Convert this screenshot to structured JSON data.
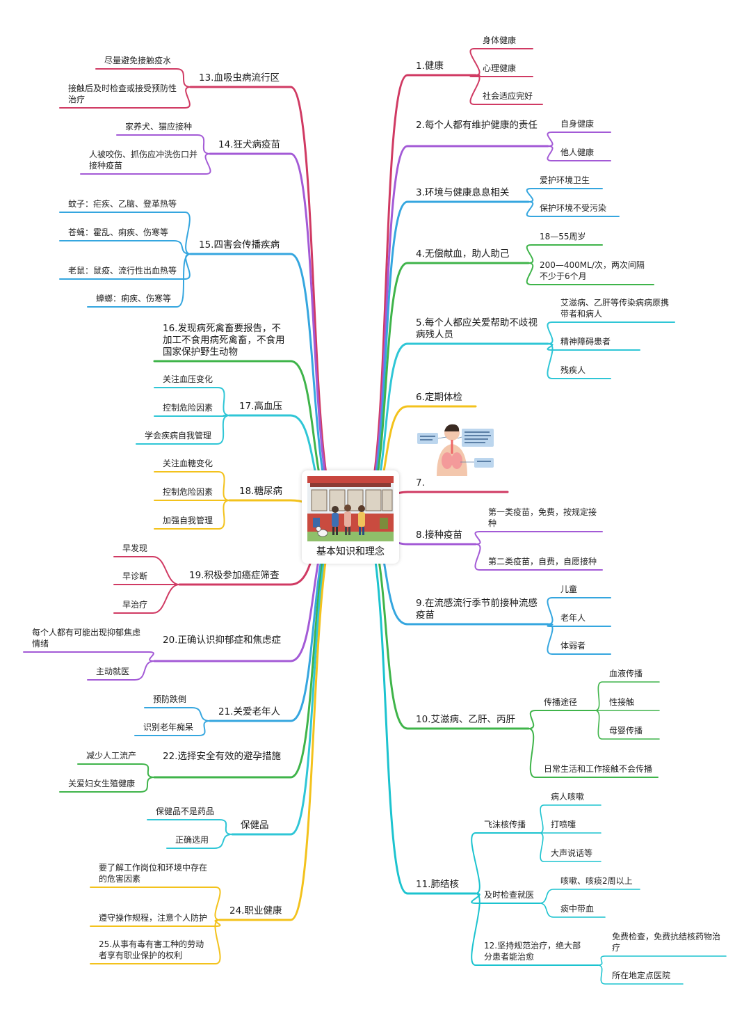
{
  "colors": {
    "crimson": "#d03a63",
    "violet": "#a35ad6",
    "sky": "#35a6df",
    "green": "#3fb44a",
    "cyan": "#2fc6d6",
    "gold": "#f3c21c",
    "cyan2": "#1cc3cf"
  },
  "center": {
    "label": "基本知识和理念",
    "illustration": "community-scene-illustration"
  },
  "figure7": {
    "illustration": "human-anatomy-illustration"
  },
  "right": [
    {
      "label": "1.健康",
      "color": "crimson",
      "children": [
        {
          "label": "身体健康"
        },
        {
          "label": "心理健康"
        },
        {
          "label": "社会适应完好"
        }
      ]
    },
    {
      "label": "2.每个人都有维护健康的责任",
      "color": "violet",
      "children": [
        {
          "label": "自身健康"
        },
        {
          "label": "他人健康"
        }
      ]
    },
    {
      "label": "3.环境与健康息息相关",
      "color": "sky",
      "children": [
        {
          "label": "爱护环境卫生"
        },
        {
          "label": "保护环境不受污染"
        }
      ]
    },
    {
      "label": "4.无偿献血，助人助己",
      "color": "green",
      "children": [
        {
          "label": "18—55周岁"
        },
        {
          "label": "200—400ML/次，两次间隔不少于6个月"
        }
      ]
    },
    {
      "label": "5.每个人都应关爱帮助不歧视病残人员",
      "color": "cyan",
      "children": [
        {
          "label": "艾滋病、乙肝等传染病病原携带者和病人"
        },
        {
          "label": "精神障碍患者"
        },
        {
          "label": "残疾人"
        }
      ]
    },
    {
      "label": "6.定期体检",
      "color": "gold",
      "children": []
    },
    {
      "label": "7.",
      "color": "crimson",
      "children": []
    },
    {
      "label": "8.接种疫苗",
      "color": "violet",
      "children": [
        {
          "label": "第一类疫苗，免费，按规定接种"
        },
        {
          "label": "第二类疫苗，自费，自愿接种"
        }
      ]
    },
    {
      "label": "9.在流感流行季节前接种流感疫苗",
      "color": "sky",
      "children": [
        {
          "label": "儿童"
        },
        {
          "label": "老年人"
        },
        {
          "label": "体弱者"
        }
      ]
    },
    {
      "label": "10.艾滋病、乙肝、丙肝",
      "color": "green",
      "children": [
        {
          "label": "传播途径",
          "children": [
            {
              "label": "血液传播"
            },
            {
              "label": "性接触"
            },
            {
              "label": "母婴传播"
            }
          ]
        },
        {
          "label": "日常生活和工作接触不会传播"
        }
      ]
    },
    {
      "label": "11.肺结核",
      "color": "cyan2",
      "children": [
        {
          "label": "飞沫核传播",
          "children": [
            {
              "label": "病人咳嗽"
            },
            {
              "label": "打喷嚏"
            },
            {
              "label": "大声说话等"
            }
          ]
        },
        {
          "label": "及时检查就医",
          "children": [
            {
              "label": "咳嗽、咳痰2周以上"
            },
            {
              "label": "痰中带血"
            }
          ]
        },
        {
          "label": "12.坚持规范治疗，绝大部分患者能治愈",
          "children": [
            {
              "label": "免费检查，免费抗结核药物治疗"
            },
            {
              "label": "所在地定点医院"
            }
          ]
        }
      ]
    }
  ],
  "left": [
    {
      "label": "13.血吸虫病流行区",
      "color": "crimson",
      "children": [
        {
          "label": "尽量避免接触疫水"
        },
        {
          "label": "接触后及时检查或接受预防性治疗"
        }
      ]
    },
    {
      "label": "14.狂犬病疫苗",
      "color": "violet",
      "children": [
        {
          "label": "家养犬、猫应接种"
        },
        {
          "label": "人被咬伤、抓伤应冲洗伤口并接种疫苗"
        }
      ]
    },
    {
      "label": "15.四害会传播疾病",
      "color": "sky",
      "children": [
        {
          "label": "蚊子：疟疾、乙脑、登革热等"
        },
        {
          "label": "苍蝇：霍乱、痢疾、伤寒等"
        },
        {
          "label": "老鼠：鼠疫、流行性出血热等"
        },
        {
          "label": "蟑螂：痢疾、伤寒等"
        }
      ]
    },
    {
      "label": "16.发现病死禽畜要报告，不加工不食用病死禽畜，不食用国家保护野生动物",
      "color": "green",
      "children": []
    },
    {
      "label": "17.高血压",
      "color": "cyan",
      "children": [
        {
          "label": "关注血压变化"
        },
        {
          "label": "控制危险因素"
        },
        {
          "label": "学会疾病自我管理"
        }
      ]
    },
    {
      "label": "18.糖尿病",
      "color": "gold",
      "children": [
        {
          "label": "关注血糖变化"
        },
        {
          "label": "控制危险因素"
        },
        {
          "label": "加强自我管理"
        }
      ]
    },
    {
      "label": "19.积极参加癌症筛查",
      "color": "crimson",
      "children": [
        {
          "label": "早发现"
        },
        {
          "label": "早诊断"
        },
        {
          "label": "早治疗"
        }
      ]
    },
    {
      "label": "20.正确认识抑郁症和焦虑症",
      "color": "violet",
      "children": [
        {
          "label": "每个人都有可能出现抑郁焦虑情绪"
        },
        {
          "label": "主动就医"
        }
      ]
    },
    {
      "label": "21.关爱老年人",
      "color": "sky",
      "children": [
        {
          "label": "预防跌倒"
        },
        {
          "label": "识别老年痴呆"
        }
      ]
    },
    {
      "label": "22.选择安全有效的避孕措施",
      "color": "green",
      "children": [
        {
          "label": "减少人工流产"
        },
        {
          "label": "关爱妇女生殖健康"
        }
      ]
    },
    {
      "label": "保健品",
      "color": "cyan",
      "children": [
        {
          "label": "保健品不是药品"
        },
        {
          "label": "正确选用"
        }
      ]
    },
    {
      "label": "24.职业健康",
      "color": "gold",
      "children": [
        {
          "label": "要了解工作岗位和环境中存在的危害因素"
        },
        {
          "label": "遵守操作规程，注意个人防护"
        },
        {
          "label": "25.从事有毒有害工种的劳动者享有职业保护的权利"
        }
      ]
    }
  ]
}
